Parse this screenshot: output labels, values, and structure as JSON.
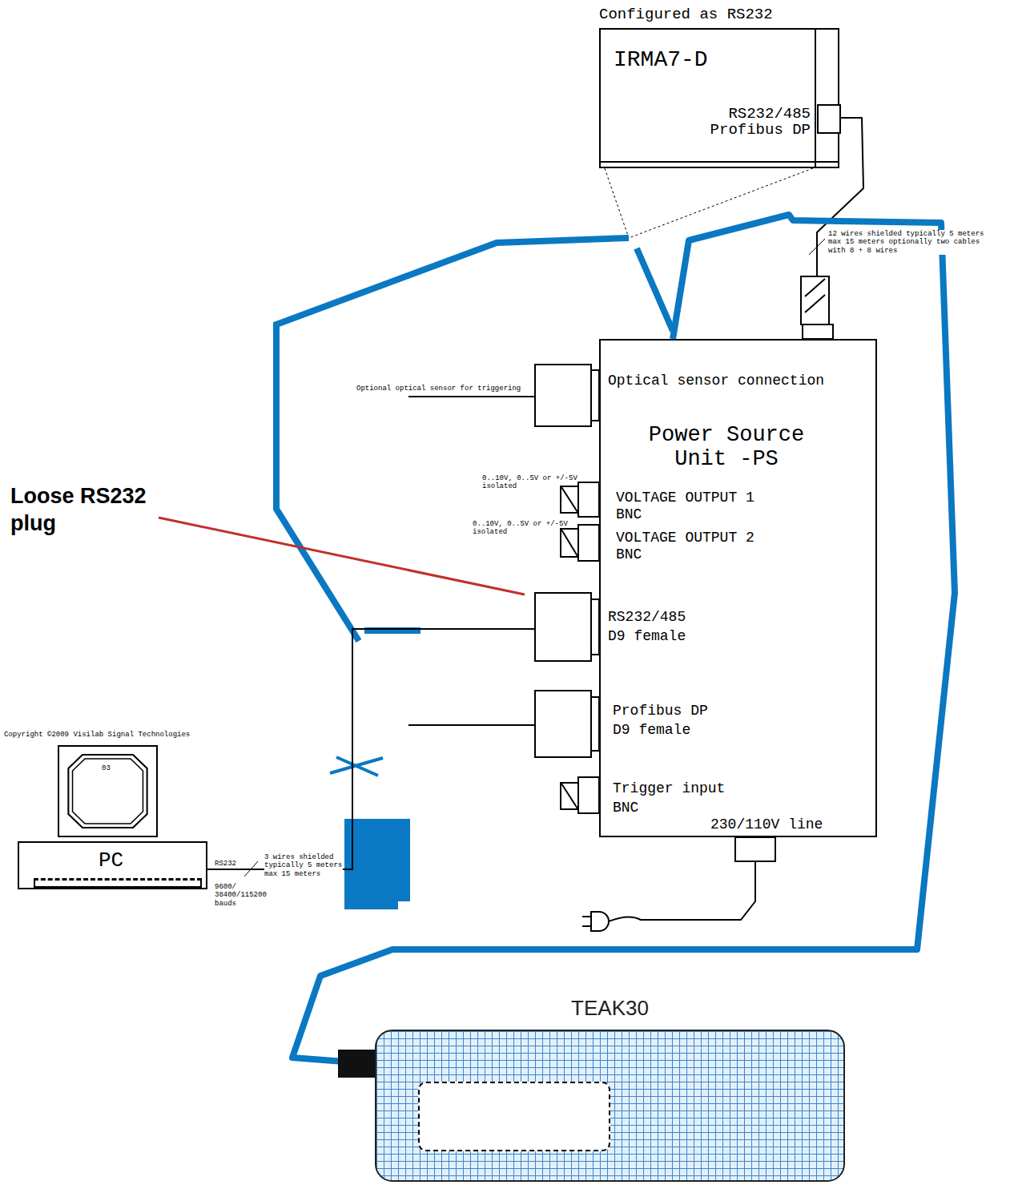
{
  "diagram": {
    "nodes": [
      {
        "text": [
          "Configured as RS232",
          "IRMA7-D",
          "RS232/485 Profibus DP"
        ]
      },
      {
        "text": [
          "Optical sensor connection",
          "Power Source Unit -PS",
          "VOLTAGE OUTPUT 1 BNC",
          "VOLTAGE OUTPUT 2 BNC",
          "RS232/485 D9 female",
          "Profibus DP D9 female",
          "Trigger input BNC",
          "230/110V line"
        ]
      },
      {
        "text": [
          "03"
        ]
      },
      {
        "text": [
          "PC"
        ]
      },
      {
        "text": [
          "TEAK30"
        ]
      }
    ],
    "edges": [
      {
        "from": 0,
        "to": 1,
        "arrow": "none"
      },
      {
        "from": 3,
        "to": 1,
        "arrow": "none"
      },
      {
        "from": 4,
        "to": 1,
        "arrow": "none"
      }
    ],
    "labels": [
      "Loose RS232 plug",
      "Optional optical sensor for triggering",
      "0..10V, 0..5V or +/-5V isolated",
      "0..10V, 0..5V or +/-5V isolated",
      "Copyright ©2009 Visilab Signal Technologies",
      "RS232",
      "3 wires shielded typically 5 meters max 15 meters",
      "9600/ 38400/115200 bauds",
      "12 wires shielded typically 5 meters max 15 meters optionally two cables with 8 + 8 wires"
    ]
  }
}
